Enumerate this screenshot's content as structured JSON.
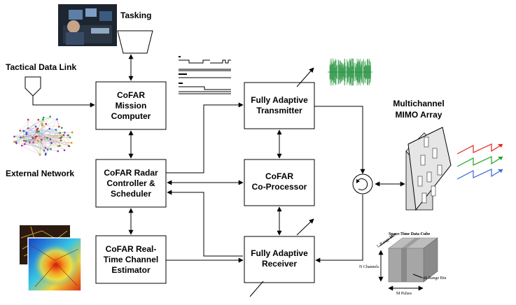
{
  "diagram": {
    "tasking_label": "Tasking",
    "tactical_data_link_label": "Tactical Data Link",
    "external_network_label": "External Network",
    "mission_computer_lines": [
      "CoFAR",
      "Mission",
      "Computer"
    ],
    "radar_controller_lines": [
      "CoFAR Radar",
      "Controller &",
      "Scheduler"
    ],
    "channel_estimator_lines": [
      "CoFAR Real-",
      "Time Channel",
      "Estimator"
    ],
    "transmitter_lines": [
      "Fully Adaptive",
      "Transmitter"
    ],
    "coprocessor_lines": [
      "CoFAR",
      "Co-Processor"
    ],
    "receiver_lines": [
      "Fully Adaptive",
      "Receiver"
    ],
    "mimo_array_lines": [
      "Multichannel",
      "MIMO Array"
    ],
    "data_cube": {
      "title": "Space-Time Data Cube",
      "axis_range_bins": "L Range Bins",
      "axis_channels": "N Channels",
      "axis_pulses": "M Pulses",
      "axis_ith_range_bin": "ith Range Bin"
    }
  },
  "colors": {
    "wave_red": "#e8231e",
    "wave_green": "#1fa31f",
    "wave_blue": "#3a67d6",
    "waveform_green": "#1f8f3a"
  }
}
